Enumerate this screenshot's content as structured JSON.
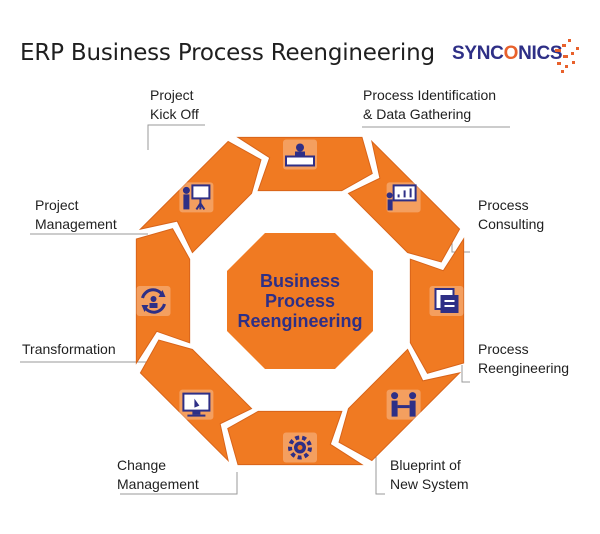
{
  "header": {
    "title": "ERP Business Process Reengineering",
    "logo_text": "SYNCONICS",
    "brand_color": "#2e2f86",
    "accent_color": "#e8612c"
  },
  "center": {
    "line1": "Business",
    "line2": "Process",
    "line3": "Reengineering"
  },
  "stages": [
    {
      "label": "Project\nKick Off",
      "icon": "meeting-desk-icon"
    },
    {
      "label": "Process Identification\n& Data Gathering",
      "icon": "presentation-board-icon"
    },
    {
      "label": "Process\nConsulting",
      "icon": "documents-icon"
    },
    {
      "label": "Process\nReengineering",
      "icon": "handshake-icon"
    },
    {
      "label": "Blueprint of\nNew System",
      "icon": "gear-icon"
    },
    {
      "label": "Change\nManagement",
      "icon": "touch-monitor-icon"
    },
    {
      "label": "Transformation",
      "icon": "refresh-person-icon"
    },
    {
      "label": "Project\nManagement",
      "icon": "presenter-icon"
    }
  ],
  "colors": {
    "segment": "#f07a22",
    "segment_dark": "#d8641a",
    "center": "#f07a22",
    "icon": "#2e2f86",
    "leader": "#9a9a9a"
  }
}
